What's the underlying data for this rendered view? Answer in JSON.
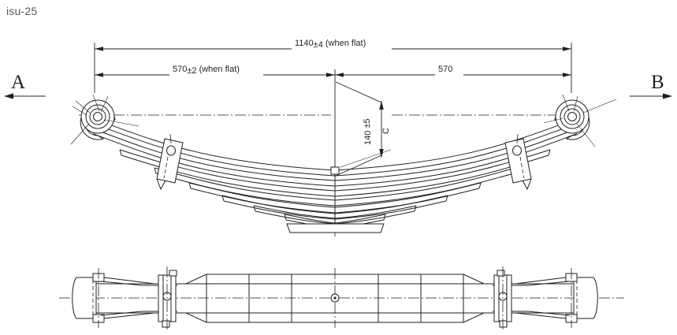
{
  "drawing": {
    "part_id": "isu-25",
    "title": "Leaf spring assembly engineering drawing",
    "line_color": "#231f20",
    "background_color": "#ffffff",
    "label_color": "#58595b"
  },
  "view_labels": {
    "left": "A",
    "right": "B"
  },
  "section_labels": {
    "center_section": "C"
  },
  "dimensions": {
    "overall_length": {
      "value": "1140",
      "tolerance": "±4",
      "note": "(when flat)",
      "display": "1140±4 (when flat)"
    },
    "left_half": {
      "value": "570",
      "tolerance": "±2",
      "note": "(when flat)",
      "display": "570±2 (when flat)"
    },
    "right_half": {
      "value": "570",
      "tolerance": "",
      "note": "",
      "display": "570"
    },
    "camber_height": {
      "value": "140",
      "tolerance": "±5",
      "note": "",
      "display": "140 ±5"
    }
  },
  "components": {
    "left_eye": "spring-eye-bushing",
    "right_eye": "spring-eye-bushing",
    "center_bolt": "center-bolt",
    "left_clamp": "rebound-clip",
    "right_clamp": "rebound-clip",
    "leaf_count": 8
  },
  "views": {
    "elevation": "side-elevation-view",
    "plan": "plan-view"
  }
}
